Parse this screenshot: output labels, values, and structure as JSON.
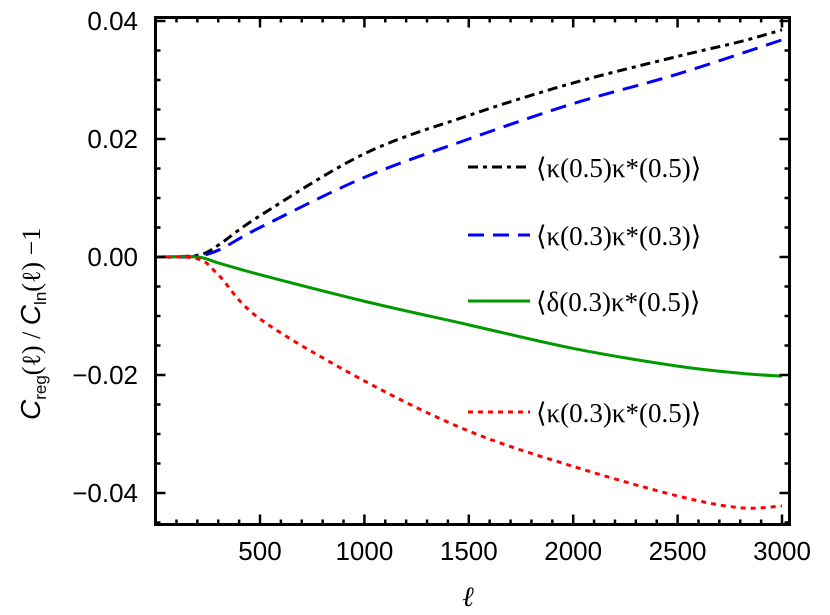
{
  "chart_data": {
    "type": "line",
    "title": "",
    "xlabel": "ℓ",
    "ylabel": "C_reg(ℓ) / C_ln(ℓ) − 1",
    "ylabel_parts": {
      "c1": "C",
      "sub1": "reg",
      "mid": "(ℓ) / ",
      "c2": "C",
      "sub2": "ln",
      "end": "(ℓ) −1"
    },
    "xlim": [
      0,
      3040
    ],
    "ylim": [
      -0.045,
      0.0407
    ],
    "xticks": [
      500,
      1000,
      1500,
      2000,
      2500,
      3000
    ],
    "xtick_labels": [
      "500",
      "1000",
      "1500",
      "2000",
      "2500",
      "3000"
    ],
    "yticks": [
      0.04,
      0.02,
      0.0,
      -0.02,
      -0.04
    ],
    "ytick_labels": [
      "0.04",
      "0.02",
      "0.00",
      "−0.02",
      "−0.04"
    ],
    "grid": false,
    "legend_position": "right-inside",
    "series": [
      {
        "name": "⟨κ(0.5)κ*(0.5)⟩",
        "color": "#000000",
        "style": "dash-dot",
        "x": [
          0,
          200,
          300,
          500,
          1000,
          1500,
          2000,
          2500,
          2800,
          3000
        ],
        "values": [
          0.0,
          0.0003,
          0.002,
          0.007,
          0.0175,
          0.024,
          0.0295,
          0.034,
          0.0365,
          0.0385
        ]
      },
      {
        "name": "⟨κ(0.3)κ*(0.3)⟩",
        "color": "#0000ff",
        "style": "dashed",
        "x": [
          0,
          250,
          500,
          1000,
          1500,
          2000,
          2500,
          3000
        ],
        "values": [
          0.0,
          0.0005,
          0.005,
          0.0135,
          0.02,
          0.026,
          0.031,
          0.0368
        ]
      },
      {
        "name": "⟨δ(0.3)κ*(0.5)⟩",
        "color": "#009900",
        "style": "solid",
        "x": [
          0,
          200,
          300,
          500,
          1000,
          1500,
          2000,
          2500,
          2800,
          3000
        ],
        "values": [
          0.0,
          0.0,
          -0.001,
          -0.003,
          -0.0075,
          -0.0115,
          -0.0155,
          -0.0185,
          -0.0197,
          -0.0202
        ]
      },
      {
        "name": "⟨κ(0.3)κ*(0.5)⟩",
        "color": "#ff0000",
        "style": "dotted",
        "x": [
          0,
          200,
          300,
          500,
          1000,
          1500,
          2000,
          2500,
          2800,
          3000
        ],
        "values": [
          0.0,
          -0.0003,
          -0.003,
          -0.0105,
          -0.021,
          -0.0295,
          -0.0355,
          -0.0405,
          -0.0425,
          -0.0422
        ]
      }
    ]
  },
  "legend": {
    "items": [
      {
        "label": "⟨κ(0.5)κ*(0.5)⟩",
        "color": "#000000"
      },
      {
        "label": "⟨κ(0.3)κ*(0.3)⟩",
        "color": "#0000ff"
      },
      {
        "label": "⟨δ(0.3)κ*(0.5)⟩",
        "color": "#009900"
      },
      {
        "label": "⟨κ(0.3)κ*(0.5)⟩",
        "color": "#ff0000"
      }
    ]
  }
}
